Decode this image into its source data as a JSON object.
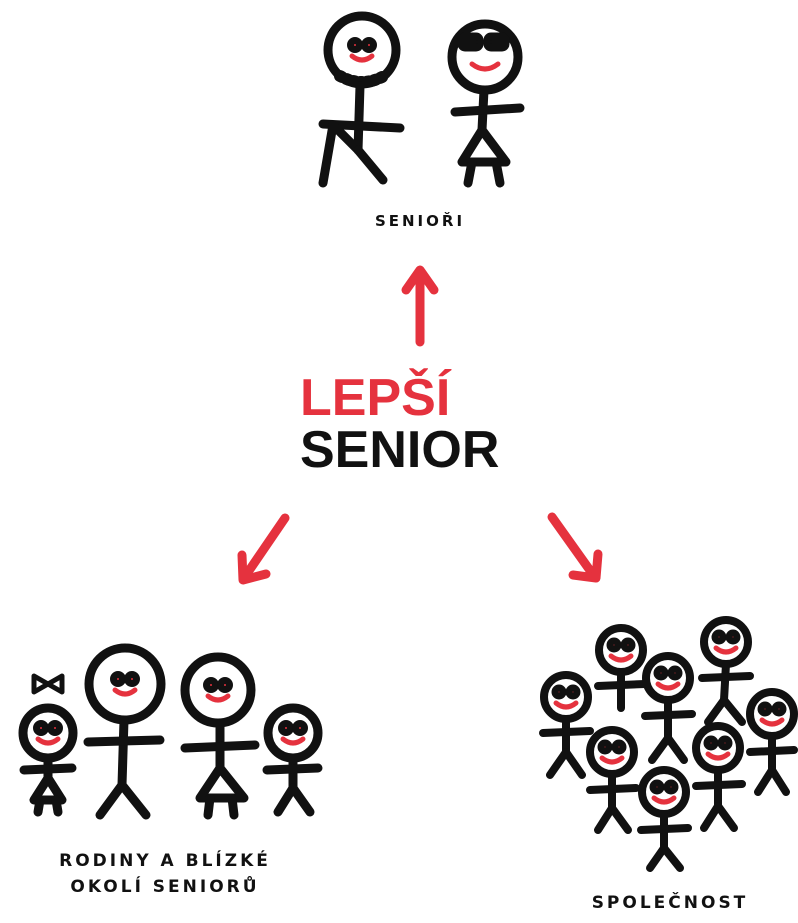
{
  "title": {
    "line1": "LEPŠÍ",
    "line2": "SENIOR"
  },
  "groups": {
    "top": {
      "label": "SENIOŘI"
    },
    "left": {
      "label_line1": "RODINY A BLÍZKÉ",
      "label_line2": "OKOLÍ SENIORŮ"
    },
    "right": {
      "label": "SPOLEČNOST"
    }
  },
  "colors": {
    "accent": "#e5323e",
    "ink": "#111111"
  }
}
